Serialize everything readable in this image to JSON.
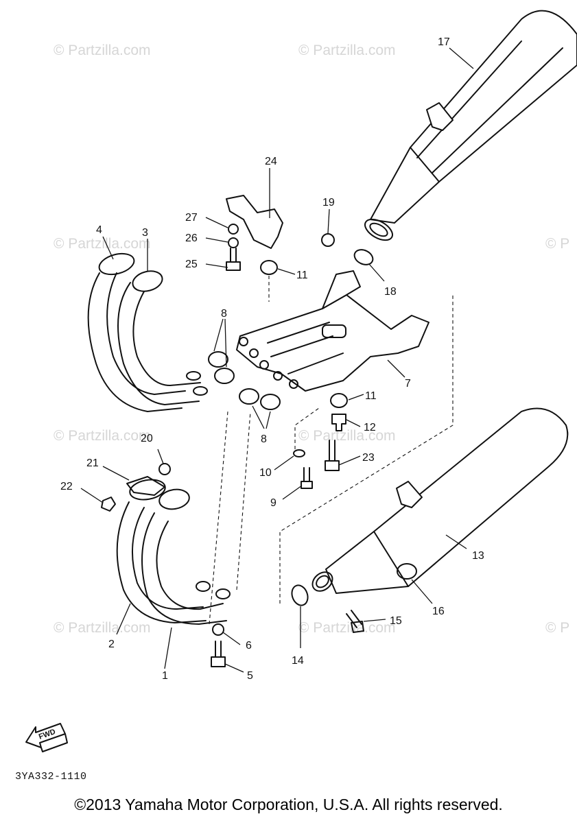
{
  "diagram": {
    "watermark": "© Partzilla.com",
    "diagram_code": "3YA332-1110",
    "copyright": "©2013  Yamaha Motor Corporation, U.S.A. All rights reserved.",
    "fwd_label": "FWD",
    "callouts": {
      "c1": "1",
      "c2": "2",
      "c3": "3",
      "c4": "4",
      "c5": "5",
      "c6": "6",
      "c7": "7",
      "c8a": "8",
      "c8b": "8",
      "c9": "9",
      "c10": "10",
      "c11a": "11",
      "c11b": "11",
      "c12": "12",
      "c13": "13",
      "c14": "14",
      "c15": "15",
      "c16": "16",
      "c17": "17",
      "c18": "18",
      "c19": "19",
      "c20": "20",
      "c21": "21",
      "c22": "22",
      "c23": "23",
      "c24": "24",
      "c25": "25",
      "c26": "26",
      "c27": "27"
    }
  }
}
